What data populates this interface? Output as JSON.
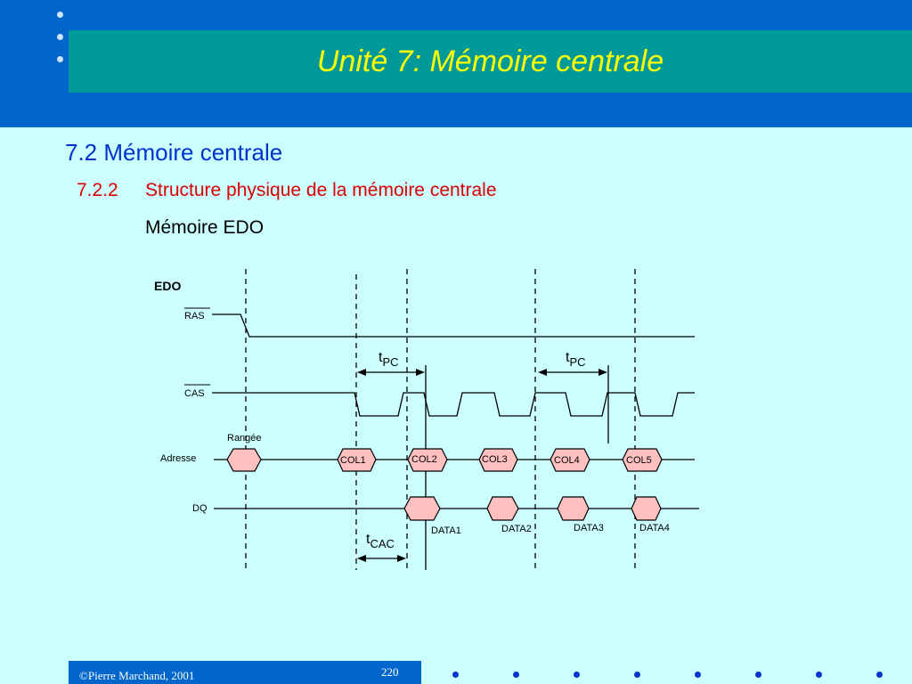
{
  "slide": {
    "title": "Unité 7:  Mémoire centrale",
    "section_heading": "7.2 Mémoire centrale",
    "subsection_number": "7.2.2",
    "subsection_title": "Structure physique de la mémoire centrale",
    "topic": "Mémoire EDO"
  },
  "diagram": {
    "label": "EDO",
    "signals": {
      "ras": "RAS",
      "cas": "CAS",
      "address": "Adresse",
      "dq": "DQ"
    },
    "row_label": "Rangée",
    "columns": [
      "COL1",
      "COL2",
      "COL3",
      "COL4",
      "COL5"
    ],
    "data": [
      "DATA1",
      "DATA2",
      "DATA3",
      "DATA4"
    ],
    "timings": {
      "t": "t",
      "pc": "PC",
      "cac": "CAC"
    },
    "colors": {
      "cell_fill": "#ffc0c0",
      "stroke": "#000000"
    }
  },
  "footer": {
    "copyright": "©Pierre Marchand, 2001",
    "page": "220"
  }
}
